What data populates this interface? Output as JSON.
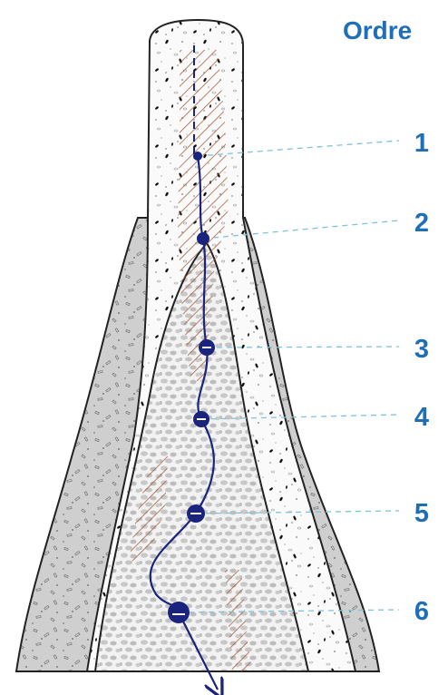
{
  "title": "Ordre",
  "labels": [
    "1",
    "2",
    "3",
    "4",
    "5",
    "6"
  ],
  "colors": {
    "label": "#1f6fb8",
    "path": "#1a237e",
    "leader": "#7fc4d8",
    "hatch": "#a0522d",
    "outline": "#222222"
  }
}
